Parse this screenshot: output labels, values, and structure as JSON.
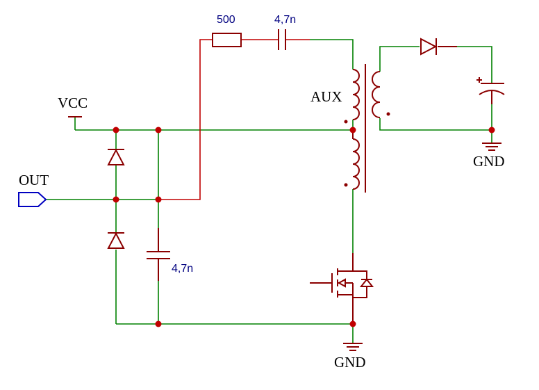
{
  "labels": {
    "vcc": "VCC",
    "out": "OUT",
    "aux": "AUX",
    "gnd_right": "GND",
    "gnd_bottom": "GND",
    "resistor_value": "500",
    "cap_top_value": "4,7n",
    "cap_left_value": "4,7n"
  },
  "colors": {
    "wire": "#008000",
    "wire_snubber": "#c00000",
    "component": "#8b0000",
    "node": "#c00000",
    "port": "#0000c0",
    "value_text": "#000080"
  }
}
